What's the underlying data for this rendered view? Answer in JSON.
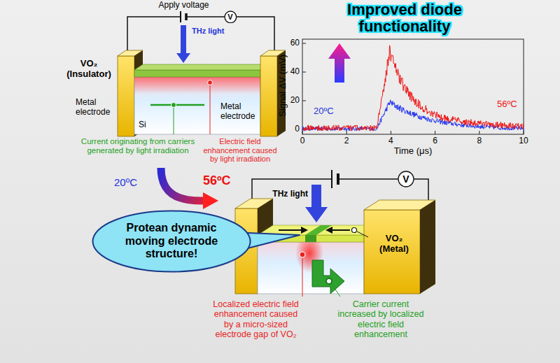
{
  "diagram": {
    "title": "Improved diode functionality",
    "nodes": [
      {
        "text": [
          "V"
        ]
      },
      {
        "text": [
          "V"
        ]
      },
      {
        "text": [
          "Protean dynamic moving electrode structure!"
        ]
      }
    ],
    "labels": [
      "Apply voltage",
      "THz light",
      "VO₂ (Insulator)",
      "Metal electrode",
      "Si",
      "Metal electrode",
      "Current originating from carriers generated by light irradiation",
      "Electric field enhancement caused by light irradiation",
      "60",
      "40",
      "20",
      "0",
      "Signal ΔV (mV)",
      "20ºC",
      "56ºC",
      "0",
      "2",
      "4",
      "6",
      "8",
      "10",
      "Time (μs)",
      "20ºC",
      "56ºC",
      "THz light",
      "VO₂ (Metal)",
      "Localized electric field enhancement caused by a micro-sized electrode gap of VO₂",
      "Carrier current increased by localized electric field enhancement"
    ]
  }
}
